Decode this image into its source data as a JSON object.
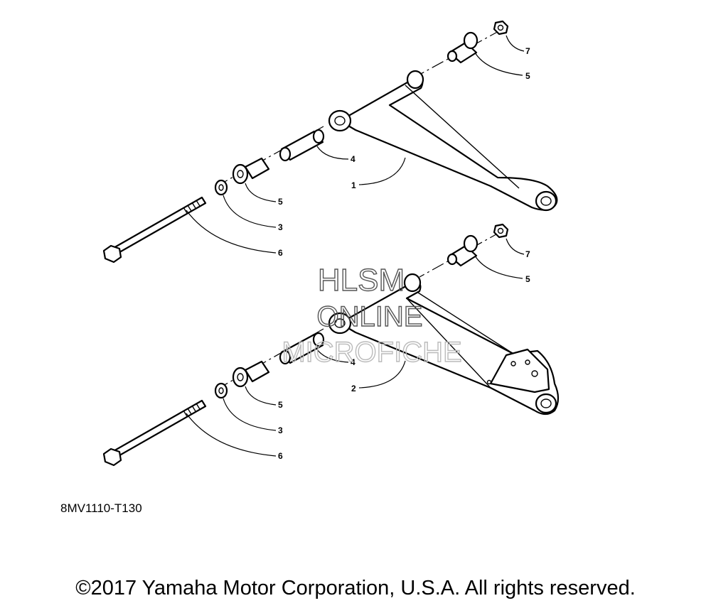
{
  "diagram": {
    "callouts_upper": [
      "7",
      "5",
      "4",
      "1",
      "5",
      "3",
      "6"
    ],
    "callouts_lower": [
      "7",
      "5",
      "4",
      "2",
      "5",
      "3",
      "6"
    ],
    "watermark": [
      "HLSM",
      "ONLINE",
      "MICROFICHE"
    ],
    "drawing_code": "8MV1110-T130"
  },
  "footer": {
    "copyright": "©2017 Yamaha Motor Corporation, U.S.A. All rights reserved."
  }
}
